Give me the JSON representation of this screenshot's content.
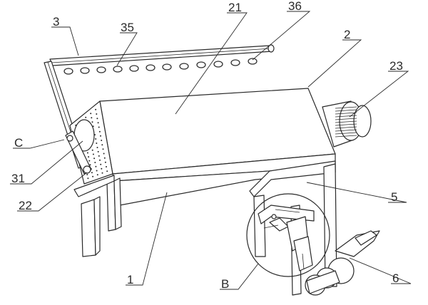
{
  "labels": {
    "l3": "3",
    "l35": "35",
    "l21": "21",
    "l36": "36",
    "l2": "2",
    "l23": "23",
    "lC": "C",
    "l31": "31",
    "l22": "22",
    "l5": "5",
    "l1": "1",
    "lB": "B",
    "l6": "6"
  }
}
